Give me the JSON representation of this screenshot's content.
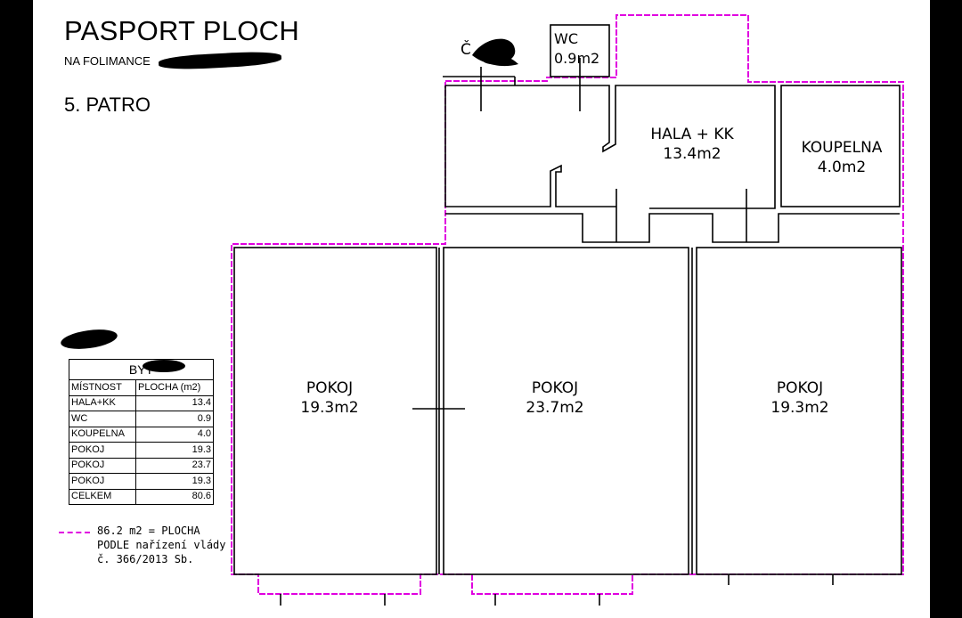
{
  "header": {
    "title": "PASPORT PLOCH",
    "subtitle": "NA FOLIMANCE",
    "floor": "5. PATRO",
    "redaction_mark": "Č"
  },
  "rooms": {
    "wc": {
      "name": "WC",
      "area": "0.9m2"
    },
    "hala": {
      "name": "HALA + KK",
      "area": "13.4m2"
    },
    "koupelna": {
      "name": "KOUPELNA",
      "area": "4.0m2"
    },
    "pokoj1": {
      "name": "POKOJ",
      "area": "19.3m2"
    },
    "pokoj2": {
      "name": "POKOJ",
      "area": "23.7m2"
    },
    "pokoj3": {
      "name": "POKOJ",
      "area": "19.3m2"
    }
  },
  "table": {
    "title": "BYT",
    "col_headers": [
      "MÍSTNOST",
      "PLOCHA (m2)"
    ],
    "rows": [
      {
        "room": "HALA+KK",
        "area": "13.4"
      },
      {
        "room": "WC",
        "area": "0.9"
      },
      {
        "room": "KOUPELNA",
        "area": "4.0"
      },
      {
        "room": "POKOJ",
        "area": "19.3"
      },
      {
        "room": "POKOJ",
        "area": "23.7"
      },
      {
        "room": "POKOJ",
        "area": "19.3"
      },
      {
        "room": "CELKEM",
        "area": "80.6"
      }
    ]
  },
  "legend": {
    "line1": "86.2 m2 = PLOCHA",
    "line2": "PODLE nařízení vlády",
    "line3": "č. 366/2013 Sb."
  },
  "colors": {
    "boundary": "#e000e0",
    "walls": "#000000",
    "background_frame": "#000000",
    "sheet": "#ffffff"
  }
}
